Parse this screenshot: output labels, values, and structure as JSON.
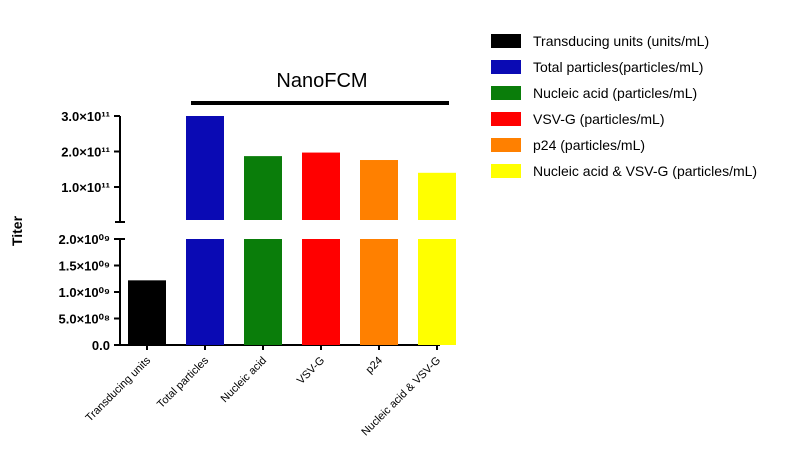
{
  "chart_data": {
    "type": "bar",
    "annotation": "NanoFCM",
    "ylabel": "Titer",
    "categories": [
      "Transducing units",
      "Total particles",
      "Nucleic acid",
      "VSV-G",
      "p24",
      "Nucleic acid & VSV-G"
    ],
    "values": [
      1220000000.0,
      300000000000.0,
      187000000000.0,
      197000000000.0,
      176000000000.0,
      140000000000.0
    ],
    "colors": [
      "#000000",
      "#0a0ab4",
      "#0a7d0a",
      "#ff0000",
      "#ff8000",
      "#ffff00"
    ],
    "legend": [
      "Transducing units (units/mL)",
      "Total particles(particles/mL)",
      "Nucleic acid (particles/mL)",
      "VSV-G (particles/mL)",
      "p24 (particles/mL)",
      "Nucleic acid & VSV-G (particles/mL)"
    ],
    "legend_placement": "right",
    "axis_break": true,
    "y_lower_segment": {
      "ylim": [
        0,
        2000000000.0
      ],
      "ticks": [
        {
          "value": 0,
          "label": "0.0"
        },
        {
          "value": 500000000.0,
          "label": "5.0×10⁰⁸"
        },
        {
          "value": 1000000000.0,
          "label": "1.0×10⁰⁹"
        },
        {
          "value": 1500000000.0,
          "label": "1.5×10⁰⁹"
        },
        {
          "value": 2000000000.0,
          "label": "2.0×10⁰⁹"
        }
      ]
    },
    "y_upper_segment": {
      "ylim": [
        0,
        300000000000.0
      ],
      "ticks": [
        {
          "value": 100000000000.0,
          "label": "1.0×10¹¹"
        },
        {
          "value": 200000000000.0,
          "label": "2.0×10¹¹"
        },
        {
          "value": 300000000000.0,
          "label": "3.0×10¹¹"
        }
      ]
    },
    "grid": false
  }
}
